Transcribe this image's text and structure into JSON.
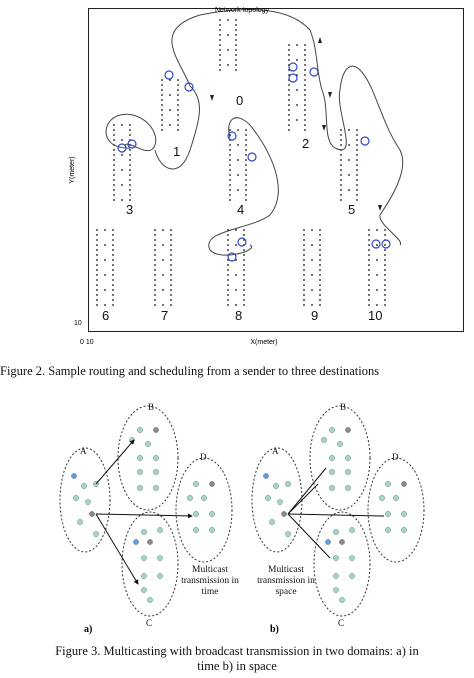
{
  "figure2": {
    "plot_title": "Network topology",
    "xlabel": "X(meter)",
    "ylabel": "Y(meter)",
    "x_origin_labels": "0 10",
    "y_origin_label": "10",
    "cluster_labels": [
      "0",
      "1",
      "2",
      "3",
      "4",
      "5",
      "6",
      "7",
      "8",
      "9",
      "10"
    ],
    "caption": "Figure 2.    Sample routing and scheduling from a sender to three destinations"
  },
  "figure3": {
    "panel_a": {
      "label": "a)",
      "domain_labels": [
        "A",
        "B",
        "C",
        "D"
      ],
      "note": [
        "Multicast",
        "transmission in",
        "time"
      ]
    },
    "panel_b": {
      "label": "b)",
      "domain_labels": [
        "A",
        "B",
        "C",
        "D"
      ],
      "note": [
        "Multicast",
        "transmission in",
        "space"
      ]
    },
    "caption_line1": "Figure 3.    Multicasting with broadcast transmission in two domains: a) in",
    "caption_line2": "time b) in space"
  },
  "colors": {
    "node_teal": "#9fd9cf",
    "node_blue": "#5a9fe0",
    "node_gray": "#8a8a8a",
    "highlight_ring": "#3344cc"
  }
}
